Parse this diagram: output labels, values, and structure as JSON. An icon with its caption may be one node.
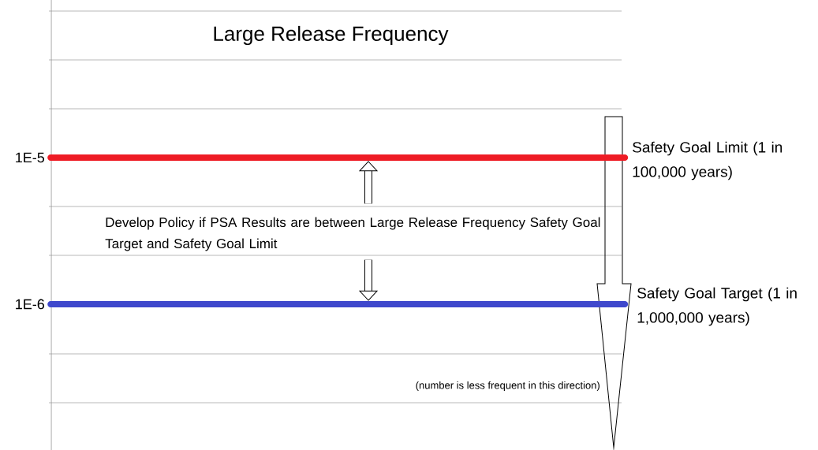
{
  "diagram": {
    "title": "Large Release Frequency",
    "nodes": [
      {
        "text": [
          "Develop Policy if PSA Results are between Large Release Frequency Safety Goal Target and Safety Goal Limit"
        ]
      },
      {
        "text": [],
        "shape": "bar",
        "beside": [
          "Safety Goal Limit (1 in 100,000 years)"
        ]
      },
      {
        "text": [],
        "shape": "bar",
        "beside": [
          "Safety Goal Target (1 in 1,000,000 years)"
        ]
      }
    ],
    "edges": [
      {
        "from": 0,
        "to": 1,
        "arrow": "to"
      },
      {
        "from": 0,
        "to": 2,
        "arrow": "to"
      }
    ],
    "labels": [
      "1E-5",
      "1E-6",
      "(number is less frequent in this direction)"
    ]
  }
}
